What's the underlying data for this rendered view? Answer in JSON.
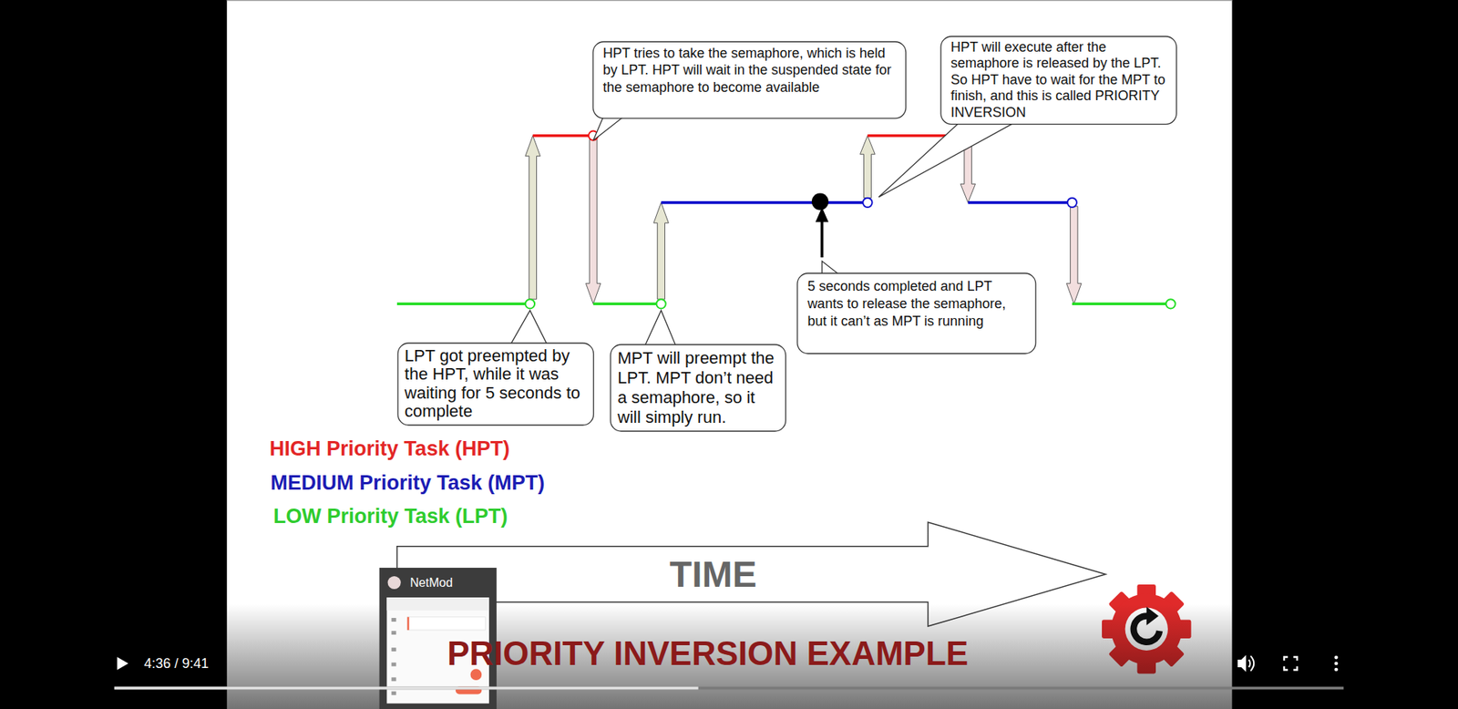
{
  "diagram": {
    "title": "PRIORITY INVERSION EXAMPLE",
    "nodes": [
      {
        "text": [
          "HPT tries to take the semaphore, which is held by LPT. HPT will wait in the suspended state for the semaphore to become available"
        ]
      },
      {
        "text": [
          "HPT will execute after the semaphore is released by the LPT. So HPT have to wait for the MPT to finish, and this is called PRIORITY INVERSION"
        ]
      },
      {
        "text": [
          "5 seconds completed and LPT wants to release the semaphore, but it can’t as MPT is running"
        ]
      },
      {
        "text": [
          "LPT got preempted by the HPT, while it was waiting for 5 seconds to complete"
        ]
      },
      {
        "text": [
          "MPT will preempt the LPT. MPT don’t need a semaphore, so it will simply run."
        ]
      }
    ],
    "labels": [
      "TIME",
      "4:36 / 9:41",
      "NetMod"
    ],
    "legend": [
      {
        "text": "HIGH Priority Task (HPT)",
        "color": "#e32626"
      },
      {
        "text": "MEDIUM Priority Task (MPT)",
        "color": "#1c1cb4"
      },
      {
        "text": "LOW Priority Task (LPT)",
        "color": "#2ecc2e"
      }
    ]
  }
}
